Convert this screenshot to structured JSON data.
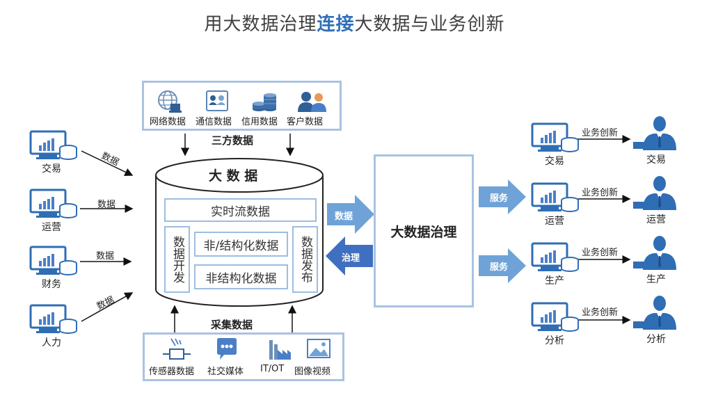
{
  "title": {
    "part1": "用大数据治理",
    "highlight": "连接",
    "part2": "大数据与业务创新"
  },
  "third_party": {
    "label": "三方数据",
    "items": [
      {
        "label": "网络数据",
        "icon": "globe-computer-icon"
      },
      {
        "label": "通信数据",
        "icon": "contact-card-icon"
      },
      {
        "label": "信用数据",
        "icon": "coin-stack-icon"
      },
      {
        "label": "客户数据",
        "icon": "users-icon"
      }
    ]
  },
  "collect": {
    "label": "采集数据",
    "items": [
      {
        "label": "传感器数据",
        "icon": "sensor-icon"
      },
      {
        "label": "社交媒体",
        "icon": "chat-bubble-icon"
      },
      {
        "label": "IT/OT",
        "icon": "factory-icon"
      },
      {
        "label": "图像视频",
        "icon": "image-icon"
      }
    ]
  },
  "left_sources": [
    {
      "label": "交易",
      "arrow_label": "数据"
    },
    {
      "label": "运营",
      "arrow_label": "数据"
    },
    {
      "label": "财务",
      "arrow_label": "数据"
    },
    {
      "label": "人力",
      "arrow_label": "数据"
    }
  ],
  "big_data": {
    "title": "大 数 据",
    "realtime": "实时流数据",
    "dev": "数据开发",
    "nonstruct1": "非/结构化数据",
    "nonstruct2": "非结构化数据",
    "publish": "数据发布"
  },
  "mid_arrows": {
    "data": "数据",
    "govern": "治理"
  },
  "governance": {
    "label": "大数据治理"
  },
  "service_arrows": [
    "服务",
    "服务"
  ],
  "right_rows": [
    {
      "source": "交易",
      "arrow_label": "业务创新",
      "target": "交易"
    },
    {
      "source": "运营",
      "arrow_label": "业务创新",
      "target": "运营"
    },
    {
      "source": "生产",
      "arrow_label": "业务创新",
      "target": "生产"
    },
    {
      "source": "分析",
      "arrow_label": "业务创新",
      "target": "分析"
    }
  ],
  "colors": {
    "accent": "#2e6fb8",
    "box_border": "#a9c3e0",
    "arrow_light": "#6fa3d8",
    "arrow_dark": "#4a7fc8",
    "person": "#2f6db5"
  }
}
